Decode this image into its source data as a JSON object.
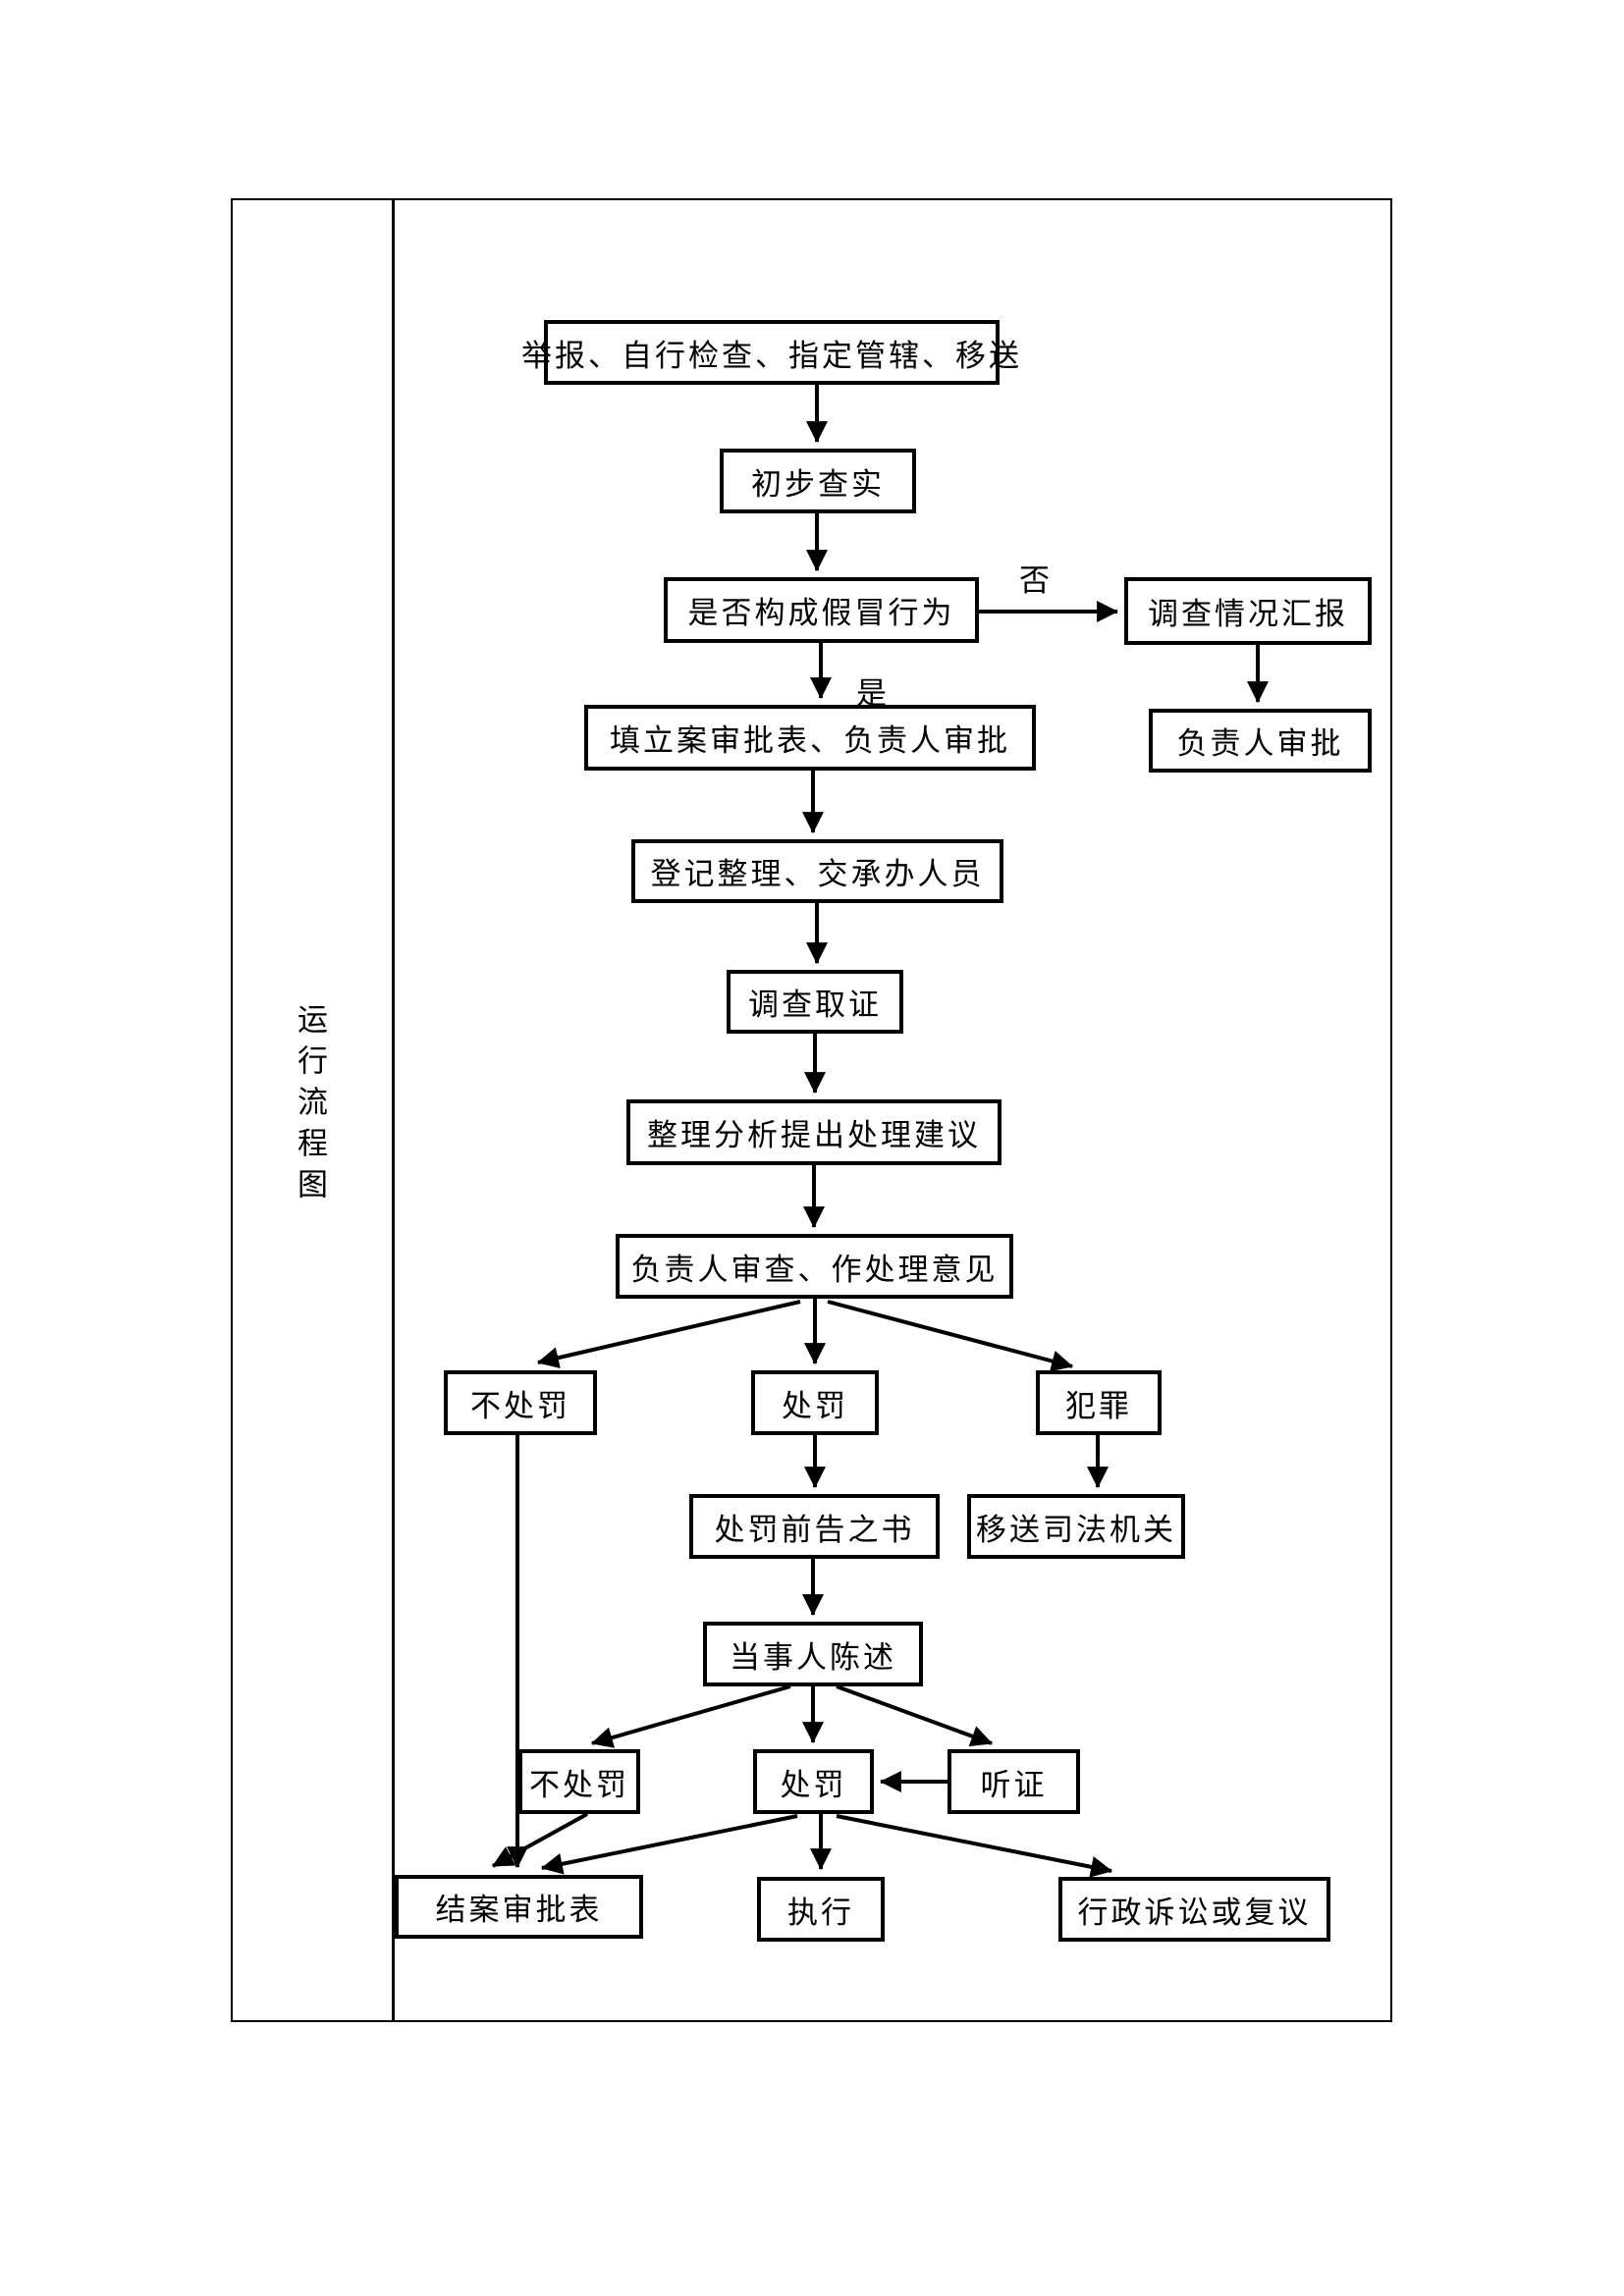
{
  "sidebar": {
    "title_vertical": "运行流程图"
  },
  "flowchart": {
    "nodes": {
      "sources": "举报、自行检查、指定管辖、移送",
      "initial_verification": "初步查实",
      "is_counterfeit": "是否构成假冒行为",
      "investigation_report": "调查情况汇报",
      "leader_approval_right": "负责人审批",
      "case_filing": "填立案审批表、负责人审批",
      "register_assign": "登记整理、交承办人员",
      "evidence_collection": "调查取证",
      "analysis_suggestion": "整理分析提出处理建议",
      "leader_review": "负责人审查、作处理意见",
      "no_penalty_1": "不处罚",
      "penalty_1": "处罚",
      "crime": "犯罪",
      "penalty_prenotice": "处罚前告之书",
      "transfer_judicial": "移送司法机关",
      "party_statement": "当事人陈述",
      "no_penalty_2": "不处罚",
      "penalty_2": "处罚",
      "hearing": "听证",
      "case_closing_form": "结案审批表",
      "execution": "执行",
      "admin_litigation": "行政诉讼或复议"
    },
    "edge_labels": {
      "yes": "是",
      "no": "否"
    }
  }
}
